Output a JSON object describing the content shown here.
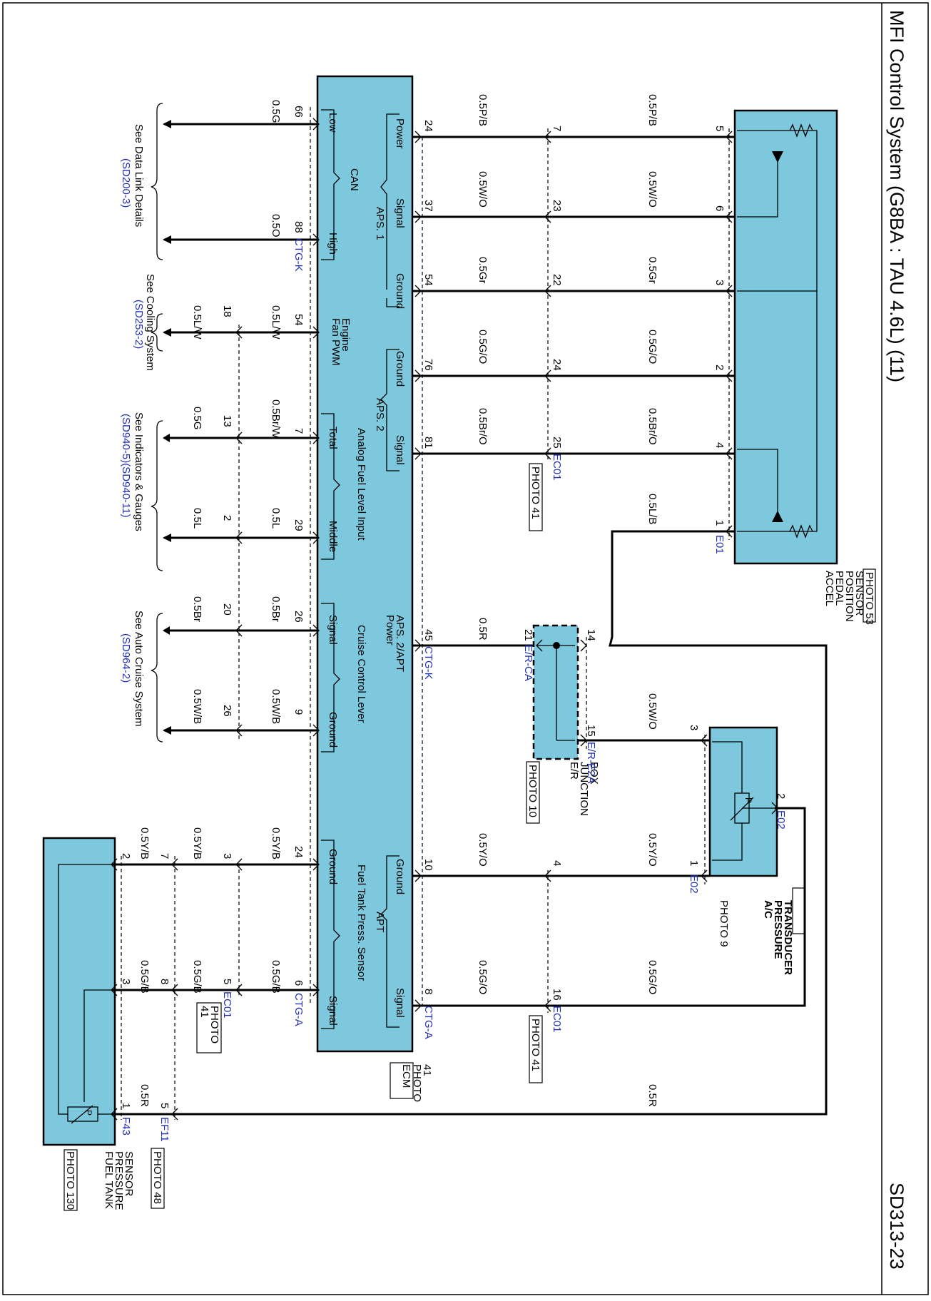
{
  "header": {
    "title": "MFI Control System (G8BA : TAU 4.6L) (11)",
    "code": "SD313-23"
  },
  "components": {
    "accel_sensor": [
      "ACCEL",
      "PEDAL",
      "POSITION",
      "SENSOR"
    ],
    "accel_photo": "PHOTO 53",
    "ac_sensor": [
      "A/C",
      "PRESSURE",
      "TRANSDUCER"
    ],
    "ac_photo": "PHOTO 9",
    "junction": [
      "E/R",
      "JUNCTION",
      "BOX"
    ],
    "junction_photo": "PHOTO 10",
    "fuel_sensor": [
      "FUEL TANK",
      "PRESSURE",
      "SENSOR"
    ],
    "fuel_photo": "PHOTO 130",
    "ecm": "ECM",
    "ecm_photo": [
      "PHOTO",
      "41"
    ],
    "p": "P"
  },
  "connectors": {
    "e01": "E01",
    "e02": "E02",
    "ec01": "EC01",
    "ctgk": "CTG-K",
    "ctga": "CTG-A",
    "erca": "E/R-CA",
    "ere2a": "E/R-E2A",
    "ef11": "EF11",
    "f43": "F43",
    "photo41": "PHOTO 41",
    "photo41_lines": [
      "PHOTO",
      "41"
    ],
    "photo48": "PHOTO 48"
  },
  "ecm_labels": {
    "power": "Power",
    "signal": "Signal",
    "ground": "Ground",
    "aps1": "APS. 1",
    "aps2": "APS. 2",
    "aps2_apt": "APS. 2/APT",
    "power2": "Power",
    "apt": "APT",
    "low": "Low",
    "can": "CAN",
    "high": "High",
    "fanpwm": [
      "Engine",
      "Fan PWM"
    ],
    "total": "Total",
    "analog": "Analog Fuel Level Input",
    "middle": "Middle",
    "cruise": "Cruise Control Lever",
    "fueltank": "Fuel Tank Press. Sensor"
  },
  "see_refs": {
    "data_link": "See Data Link Details",
    "data_link_ref": "(SD200-3)",
    "cooling": "See Cooling System",
    "cooling_ref": "(SD253-2)",
    "indicators": "See Indicators & Gauges",
    "indicators_ref": "(SD940-5)(SD940-11)",
    "cruise": "See Auto Cruise System",
    "cruise_ref": "(SD964-2)"
  },
  "pins": {
    "p5": "5",
    "p6": "6",
    "p3": "3",
    "p2": "2",
    "p4": "4",
    "p1": "1",
    "ec7": "7",
    "ec23": "23",
    "ec22": "22",
    "ec24": "24",
    "ec25": "25",
    "e24": "24",
    "e37": "37",
    "e54": "54",
    "e76": "76",
    "e81": "81",
    "j14": "14",
    "j21": "21",
    "j15": "15",
    "e45": "45",
    "ac3": "3",
    "ac2": "2",
    "ac1": "1",
    "ec4": "4",
    "ec16": "16",
    "e10": "10",
    "e8": "8",
    "c66": "66",
    "c88": "88",
    "c54": "54",
    "c18": "18",
    "c7": "7",
    "c13": "13",
    "c29": "29",
    "c2": "2",
    "c26": "26",
    "c20": "20",
    "c9": "9",
    "c26b": "26",
    "c24": "24",
    "c3": "3",
    "c7b": "7",
    "c2b": "2",
    "c6": "6",
    "c5": "5",
    "c8": "8",
    "c3b": "3",
    "c5b": "5",
    "c1": "1"
  },
  "wires": {
    "pb": "0.5P/B",
    "wo": "0.5W/O",
    "gr": "0.5Gr",
    "go": "0.5G/O",
    "bro": "0.5Br/O",
    "lb": "0.5L/B",
    "r": "0.5R",
    "wo2": "0.5W/O",
    "yo": "0.5Y/O",
    "go2": "0.5G/O",
    "g": "0.5G",
    "o": "0.5O",
    "lw": "0.5L/W",
    "brw": "0.5Br/W",
    "l": "0.5L",
    "br": "0.5Br",
    "wb": "0.5W/B",
    "yb": "0.5Y/B",
    "gb": "0.5G/B"
  }
}
